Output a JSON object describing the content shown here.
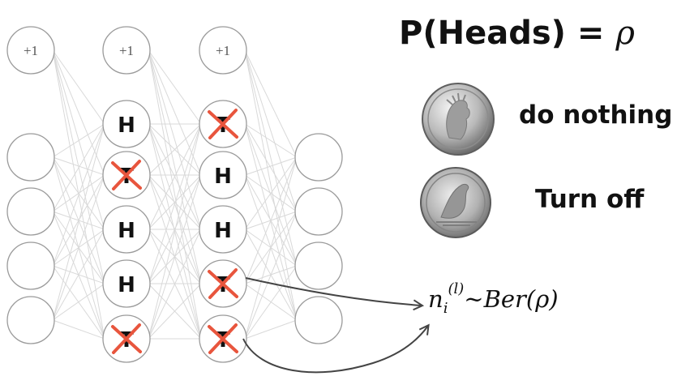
{
  "bias_label": "+1",
  "layers": [
    {
      "bias": true,
      "units": [
        "",
        "",
        "",
        ""
      ]
    },
    {
      "bias": true,
      "units": [
        "H",
        "T",
        "H",
        "H",
        "T"
      ],
      "dropped": [
        false,
        true,
        false,
        false,
        true
      ]
    },
    {
      "bias": true,
      "units": [
        "T",
        "H",
        "H",
        "T",
        "T"
      ],
      "dropped": [
        true,
        false,
        false,
        true,
        true
      ]
    },
    {
      "bias": false,
      "units": [
        "",
        "",
        "",
        ""
      ]
    }
  ],
  "title": {
    "text": "P(Heads) =",
    "symbol": "ρ"
  },
  "legend": [
    {
      "coin": "heads-coin",
      "label": "do nothing"
    },
    {
      "coin": "tails-coin",
      "label": "Turn off"
    }
  ],
  "formula": {
    "var": "n",
    "sup": "(l)",
    "sub": "i",
    "rest": "~Ber(ρ)"
  },
  "colors": {
    "node_stroke": "#9a9a9a",
    "edge": "#d9d9d9",
    "cross": "#e8553d",
    "arrow": "#444444"
  }
}
